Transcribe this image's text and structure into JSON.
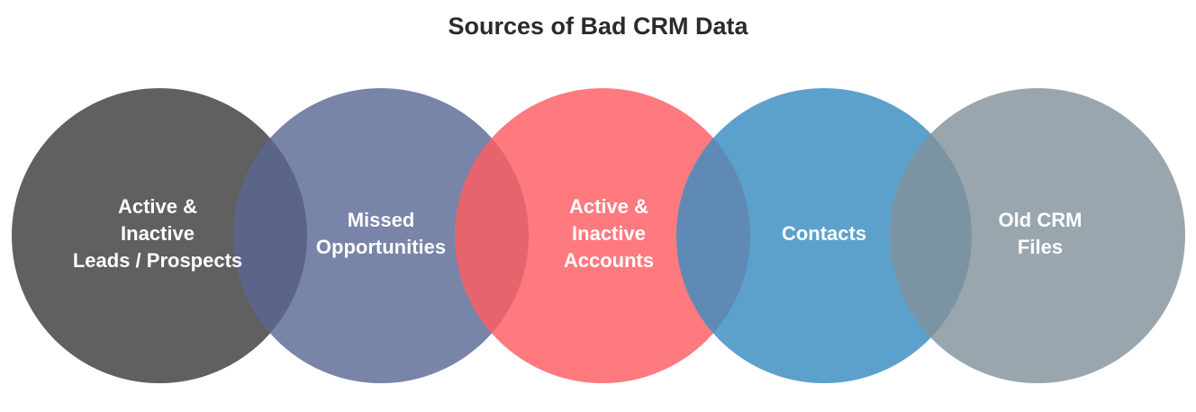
{
  "title": "Sources of Bad CRM Data",
  "circles": [
    {
      "lines": [
        "Active &",
        "Inactive",
        "Leads / Prospects"
      ],
      "color": "#5f605f"
    },
    {
      "lines": [
        "Missed",
        "Opportunities"
      ],
      "color": "#7884a8"
    },
    {
      "lines": [
        "Active &",
        "Inactive",
        "Accounts"
      ],
      "color": "#fe7a7f"
    },
    {
      "lines": [
        "Contacts"
      ],
      "color": "#5ca1cb"
    },
    {
      "lines": [
        "Old CRM",
        "Files"
      ],
      "color": "#9aa6ae"
    }
  ],
  "overlap_colors": [
    "#5a6587",
    "#e5646d",
    "#5f8ab5",
    "#7b94a4"
  ]
}
